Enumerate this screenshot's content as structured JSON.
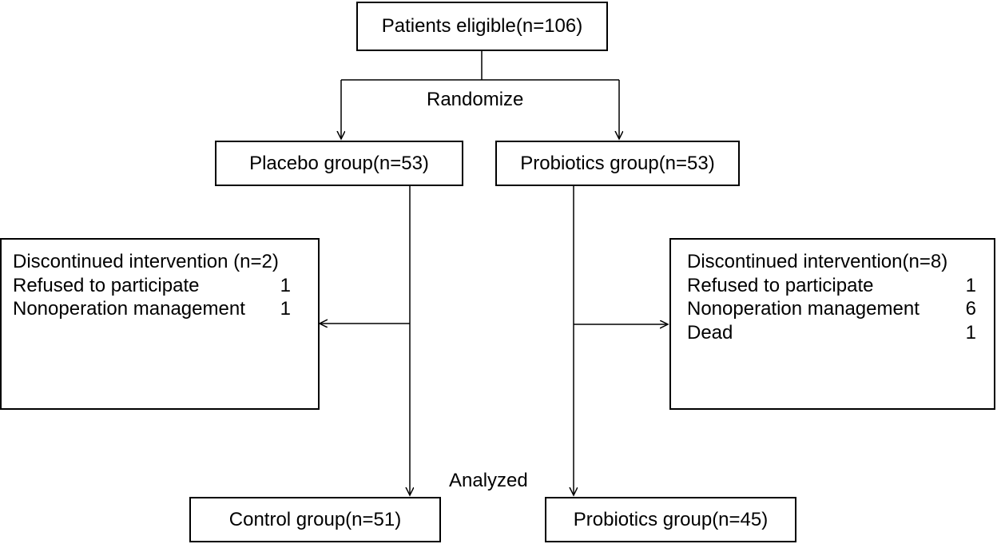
{
  "nodes": {
    "eligible": "Patients eligible(n=106)",
    "placebo": "Placebo group(n=53)",
    "probiotics": "Probiotics group(n=53)",
    "control_final": "Control group(n=51)",
    "probiotics_final": "Probiotics group(n=45)"
  },
  "labels": {
    "randomize": "Randomize",
    "analyzed": "Analyzed"
  },
  "exclusions": {
    "left": {
      "title": "Discontinued intervention (n=2)",
      "rows": [
        {
          "reason": "Refused to participate",
          "count": "1"
        },
        {
          "reason": "Nonoperation management",
          "count": "1"
        }
      ]
    },
    "right": {
      "title": "Discontinued intervention(n=8)",
      "rows": [
        {
          "reason": "Refused to participate",
          "count": "1"
        },
        {
          "reason": "Nonoperation management",
          "count": "6"
        },
        {
          "reason": "Dead",
          "count": "1"
        }
      ]
    }
  },
  "colors": {
    "line": "#000000",
    "background": "#ffffff"
  }
}
